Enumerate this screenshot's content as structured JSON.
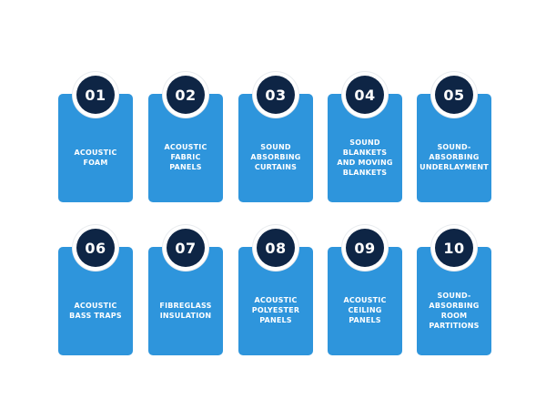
{
  "items": [
    {
      "number": "01",
      "label": "ACOUSTIC FOAM"
    },
    {
      "number": "02",
      "label": "ACOUSTIC FABRIC PANELS"
    },
    {
      "number": "03",
      "label": "SOUND ABSORBING CURTAINS"
    },
    {
      "number": "04",
      "label": "SOUND BLANKETS AND MOVING BLANKETS"
    },
    {
      "number": "05",
      "label": "SOUND-ABSORBING UNDERLAYMENT"
    },
    {
      "number": "06",
      "label": "ACOUSTIC BASS TRAPS"
    },
    {
      "number": "07",
      "label": "FIBREGLASS INSULATION"
    },
    {
      "number": "08",
      "label": "ACOUSTIC POLYESTER PANELS"
    },
    {
      "number": "09",
      "label": "ACOUSTIC CEILING PANELS"
    },
    {
      "number": "10",
      "label": "SOUND-ABSORBING ROOM PARTITIONS"
    }
  ],
  "colors": {
    "card": "#2e95dc",
    "badge": "#0e2545",
    "background": "#ffffff"
  }
}
